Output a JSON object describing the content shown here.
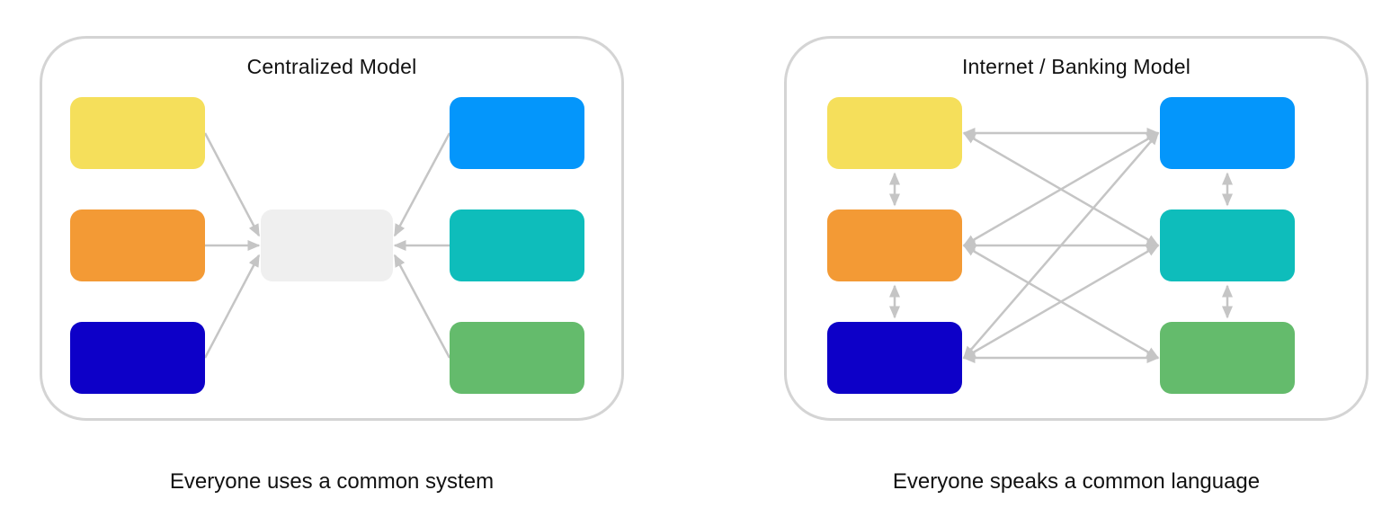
{
  "diagram": {
    "arrow_color": "#c5c5c5",
    "panel_border_color": "#d4d4d4",
    "text_color": "#111111",
    "hub_color": "#efefef",
    "node_colors": {
      "yellow": "#f5df5b",
      "orange": "#f39a35",
      "dark_blue": "#0d00c8",
      "light_blue": "#0496fb",
      "teal": "#0ebdbb",
      "green": "#64bb6c"
    },
    "panels": {
      "centralized": {
        "title": "Centralized Model",
        "caption": "Everyone uses a common system",
        "nodes": [
          "yellow",
          "orange",
          "dark_blue",
          "light_blue",
          "teal",
          "green"
        ],
        "hub": "central_system",
        "edges": [
          {
            "from": "yellow",
            "to": "hub"
          },
          {
            "from": "orange",
            "to": "hub"
          },
          {
            "from": "dark_blue",
            "to": "hub"
          },
          {
            "from": "light_blue",
            "to": "hub"
          },
          {
            "from": "teal",
            "to": "hub"
          },
          {
            "from": "green",
            "to": "hub"
          }
        ]
      },
      "internet_banking": {
        "title": "Internet / Banking Model",
        "caption": "Everyone speaks a common language",
        "nodes": [
          "yellow",
          "orange",
          "dark_blue",
          "light_blue",
          "teal",
          "green"
        ],
        "edges": [
          {
            "from": "yellow",
            "to": "orange",
            "bidirectional": true
          },
          {
            "from": "orange",
            "to": "dark_blue",
            "bidirectional": true
          },
          {
            "from": "light_blue",
            "to": "teal",
            "bidirectional": true
          },
          {
            "from": "teal",
            "to": "green",
            "bidirectional": true
          },
          {
            "from": "yellow",
            "to": "light_blue",
            "bidirectional": true
          },
          {
            "from": "yellow",
            "to": "teal",
            "bidirectional": true
          },
          {
            "from": "orange",
            "to": "light_blue",
            "bidirectional": true
          },
          {
            "from": "orange",
            "to": "teal",
            "bidirectional": true
          },
          {
            "from": "orange",
            "to": "green",
            "bidirectional": true
          },
          {
            "from": "dark_blue",
            "to": "light_blue",
            "bidirectional": true
          },
          {
            "from": "dark_blue",
            "to": "teal",
            "bidirectional": true
          },
          {
            "from": "dark_blue",
            "to": "green",
            "bidirectional": true
          }
        ]
      }
    }
  }
}
